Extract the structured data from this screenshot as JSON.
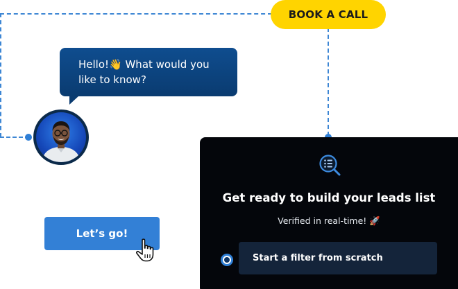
{
  "header": {
    "cta_label": "BOOK A CALL"
  },
  "chat": {
    "message": "Hello!👋 What would you like to know?"
  },
  "actions": {
    "start_label": "Let’s go!"
  },
  "panel": {
    "title": "Get ready to build your leads list",
    "subtitle": "Verified in real-time! 🚀",
    "option_label": "Start a filter from scratch"
  },
  "colors": {
    "accent": "#3380d6",
    "cta": "#ffd400",
    "bubble": "#0f4d8f",
    "panel_bg": "#04060b",
    "option_bg": "#14243a"
  },
  "icons": {
    "panel": "list-search-icon",
    "cursor": "hand-pointer-icon"
  }
}
